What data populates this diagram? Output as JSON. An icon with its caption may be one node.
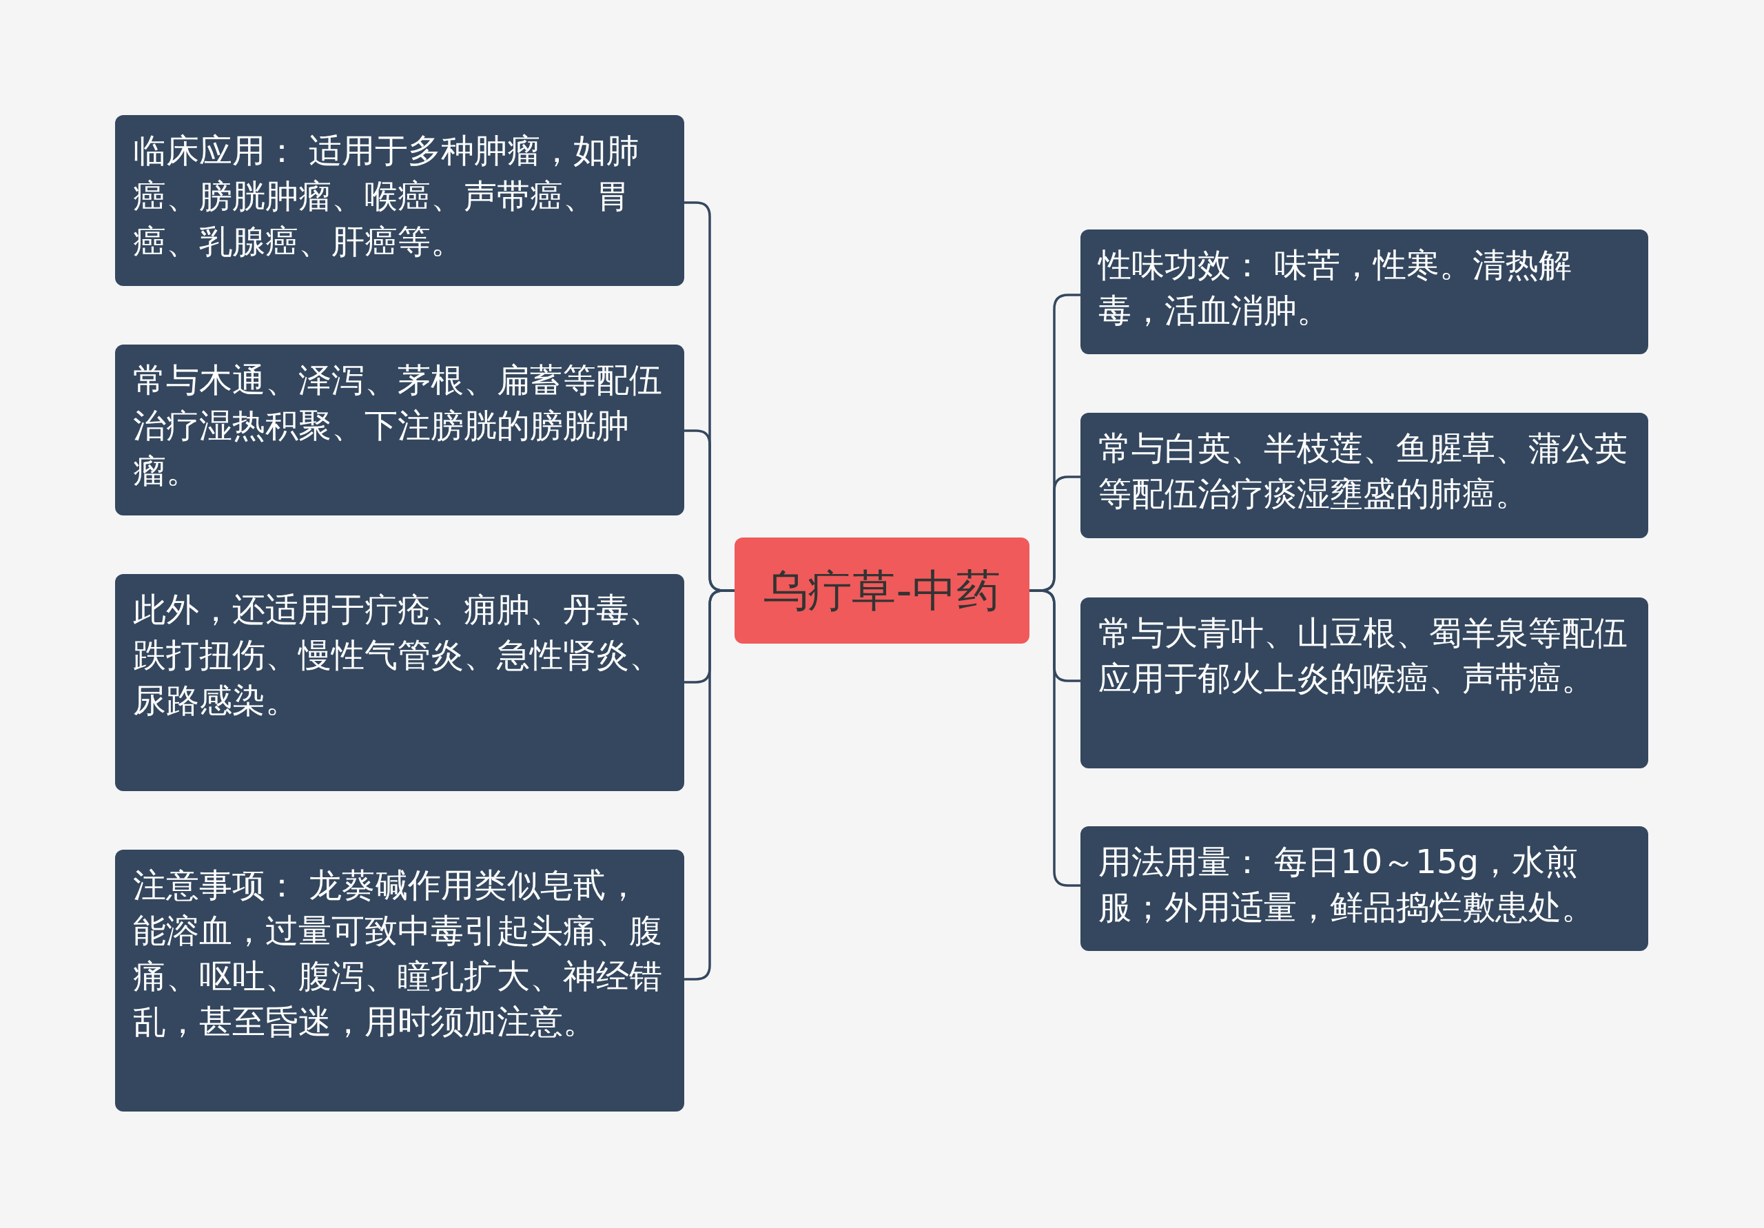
{
  "diagram": {
    "nodes": [
      {
        "text": [
          "乌疔草-中药"
        ]
      },
      {
        "text": [
          "临床应用： 适用于多种肿瘤，如肺癌、膀胱肿瘤、喉癌、声带癌、胃癌、乳腺癌、肝癌等。"
        ]
      },
      {
        "text": [
          "常与木通、泽泻、茅根、扁蓄等配伍治疗湿热积聚、下注膀胱的膀胱肿瘤。"
        ]
      },
      {
        "text": [
          "此外，还适用于疔疮、痈肿、丹毒、跌打扭伤、慢性气管炎、急性肾炎、尿路感染。"
        ]
      },
      {
        "text": [
          "注意事项： 龙葵碱作用类似皂甙，能溶血，过量可致中毒引起头痛、腹痛、呕吐、腹泻、瞳孔扩大、神经错乱，甚至昏迷，用时须加注意。"
        ]
      },
      {
        "text": [
          "性味功效： 味苦，性寒。清热解毒，活血消肿。"
        ]
      },
      {
        "text": [
          "常与白英、半枝莲、鱼腥草、蒲公英等配伍治疗痰湿壅盛的肺癌。"
        ]
      },
      {
        "text": [
          "常与大青叶、山豆根、蜀羊泉等配伍应用于郁火上炎的喉癌、声带癌。"
        ]
      },
      {
        "text": [
          "用法用量： 每日10～15g，水煎服；外用适量，鲜品捣烂敷患处。"
        ]
      }
    ],
    "edges": [
      {
        "from": 0,
        "to": 1,
        "arrow": "none"
      },
      {
        "from": 0,
        "to": 2,
        "arrow": "none"
      },
      {
        "from": 0,
        "to": 3,
        "arrow": "none"
      },
      {
        "from": 0,
        "to": 4,
        "arrow": "none"
      },
      {
        "from": 0,
        "to": 5,
        "arrow": "none"
      },
      {
        "from": 0,
        "to": 6,
        "arrow": "none"
      },
      {
        "from": 0,
        "to": 7,
        "arrow": "none"
      },
      {
        "from": 0,
        "to": 8,
        "arrow": "none"
      }
    ]
  }
}
